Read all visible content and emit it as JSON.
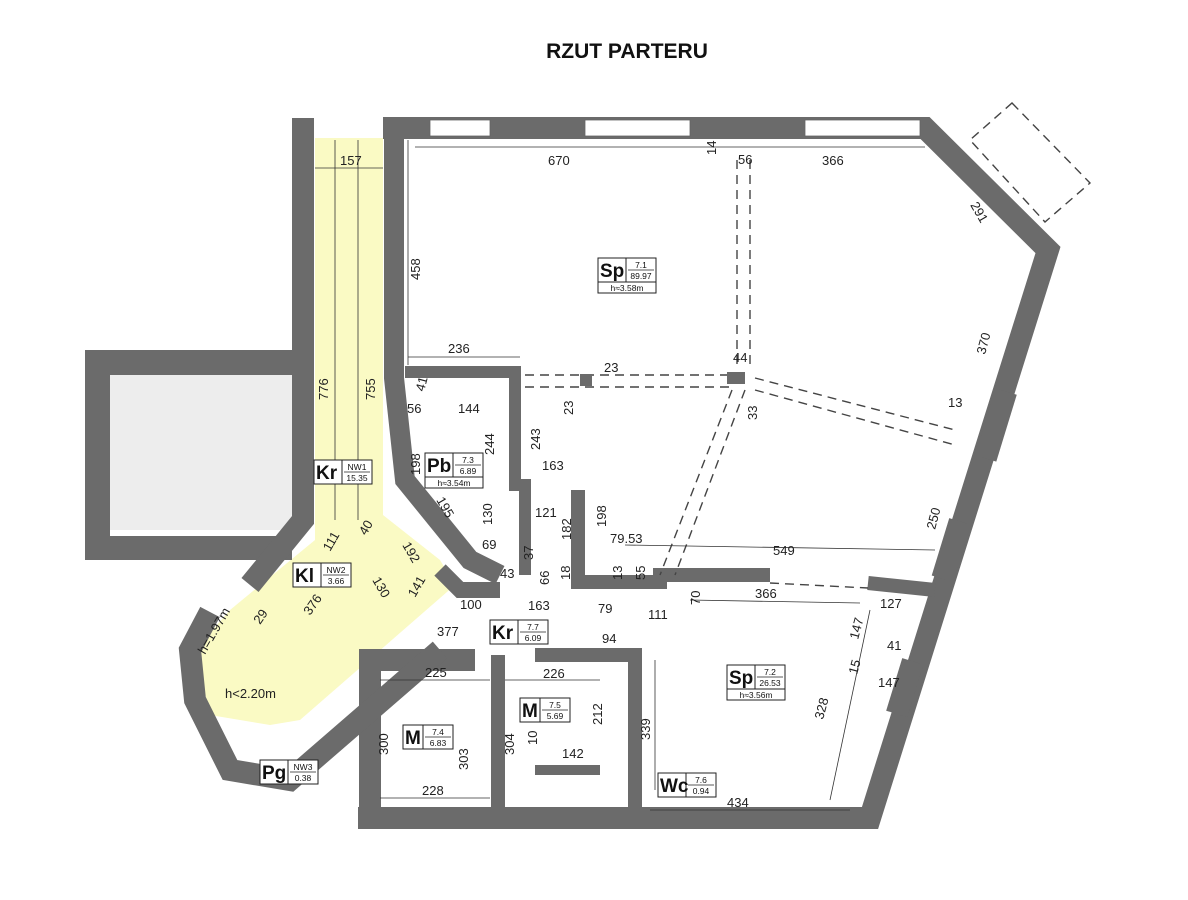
{
  "title": "RZUT PARTERU",
  "colors": {
    "wall": "#6b6b6b",
    "circulation_fill": "#fafac4",
    "void_fill": "#ededed"
  },
  "rooms": [
    {
      "code": "Sp",
      "number": "7.1",
      "area": "89.97",
      "height": "h≈3.58m"
    },
    {
      "code": "Sp",
      "number": "7.2",
      "area": "26.53",
      "height": "h≈3.56m"
    },
    {
      "code": "Pb",
      "number": "7.3",
      "area": "6.89",
      "height": "h≈3.54m"
    },
    {
      "code": "M",
      "number": "7.4",
      "area": "6.83"
    },
    {
      "code": "M",
      "number": "7.5",
      "area": "5.69"
    },
    {
      "code": "Wc",
      "number": "7.6",
      "area": "0.94"
    },
    {
      "code": "Kr",
      "number": "7.7",
      "area": "6.09"
    },
    {
      "code": "Kr",
      "number": "NW1",
      "area": "15.35"
    },
    {
      "code": "Kl",
      "number": "NW2",
      "area": "3.66"
    },
    {
      "code": "Pg",
      "number": "NW3",
      "area": "0.38"
    }
  ],
  "heights": [
    "h=1.97m",
    "h<2.20m"
  ],
  "dimensions": [
    "157",
    "670",
    "14",
    "56",
    "366",
    "291",
    "458",
    "370",
    "776",
    "755",
    "236",
    "23",
    "23",
    "41",
    "56",
    "144",
    "244",
    "243",
    "44",
    "33",
    "13",
    "198",
    "163",
    "195",
    "130",
    "121",
    "182",
    "198",
    "37",
    "69",
    "79.53",
    "549",
    "250",
    "40",
    "111",
    "192",
    "130",
    "141",
    "376",
    "29",
    "66",
    "18",
    "13",
    "55",
    "43",
    "100",
    "163",
    "366",
    "127",
    "70",
    "79",
    "111",
    "377",
    "94",
    "147",
    "41",
    "15",
    "147",
    "225",
    "226",
    "300",
    "303",
    "304",
    "10",
    "212",
    "339",
    "328",
    "142",
    "228",
    "434"
  ]
}
